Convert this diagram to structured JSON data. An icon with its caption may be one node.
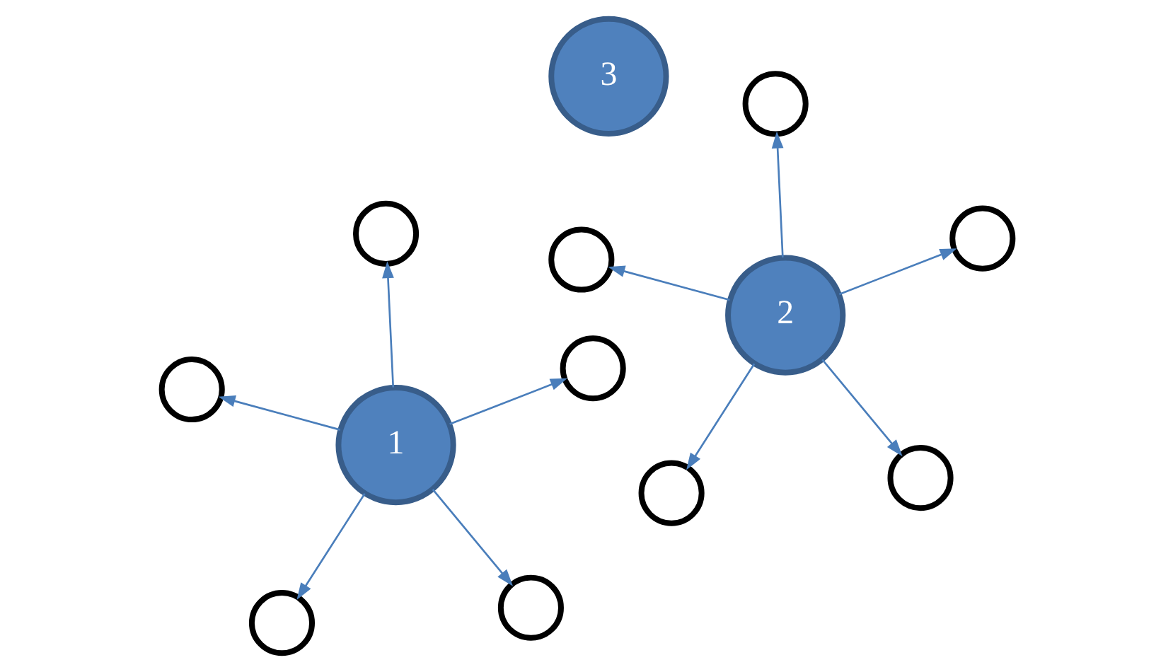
{
  "diagram": {
    "nodes": [
      {
        "text": [
          "1"
        ]
      },
      {
        "text": [
          "2"
        ]
      },
      {
        "text": [
          "3"
        ]
      },
      {
        "text": [],
        "shape": "circle"
      },
      {
        "text": [],
        "shape": "circle"
      },
      {
        "text": [],
        "shape": "circle"
      },
      {
        "text": [],
        "shape": "circle"
      },
      {
        "text": [],
        "shape": "circle"
      },
      {
        "text": [],
        "shape": "circle"
      },
      {
        "text": [],
        "shape": "circle"
      },
      {
        "text": [],
        "shape": "circle"
      },
      {
        "text": [],
        "shape": "circle"
      },
      {
        "text": [],
        "shape": "circle"
      }
    ],
    "edges": [
      {
        "from": 0,
        "to": 3,
        "arrow": "to"
      },
      {
        "from": 0,
        "to": 4,
        "arrow": "to"
      },
      {
        "from": 0,
        "to": 5,
        "arrow": "to"
      },
      {
        "from": 0,
        "to": 6,
        "arrow": "to"
      },
      {
        "from": 0,
        "to": 7,
        "arrow": "to"
      },
      {
        "from": 1,
        "to": 8,
        "arrow": "to"
      },
      {
        "from": 1,
        "to": 9,
        "arrow": "to"
      },
      {
        "from": 1,
        "to": 10,
        "arrow": "to"
      },
      {
        "from": 1,
        "to": 11,
        "arrow": "to"
      },
      {
        "from": 1,
        "to": 12,
        "arrow": "to"
      }
    ]
  }
}
